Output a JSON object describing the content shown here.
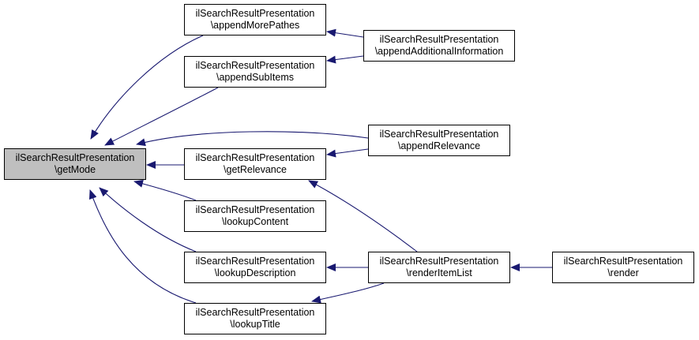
{
  "colors": {
    "edge": "#191970",
    "focus_fill": "#bfbfbf",
    "border": "#000000",
    "background": "#ffffff"
  },
  "nodes": [
    {
      "id": "getMode",
      "lines": [
        "ilSearchResultPresentation",
        "\\getMode"
      ]
    },
    {
      "id": "appendMorePathes",
      "lines": [
        "ilSearchResultPresentation",
        "\\appendMorePathes"
      ]
    },
    {
      "id": "appendSubItems",
      "lines": [
        "ilSearchResultPresentation",
        "\\appendSubItems"
      ]
    },
    {
      "id": "getRelevance",
      "lines": [
        "ilSearchResultPresentation",
        "\\getRelevance"
      ]
    },
    {
      "id": "lookupContent",
      "lines": [
        "ilSearchResultPresentation",
        "\\lookupContent"
      ]
    },
    {
      "id": "lookupDescription",
      "lines": [
        "ilSearchResultPresentation",
        "\\lookupDescription"
      ]
    },
    {
      "id": "lookupTitle",
      "lines": [
        "ilSearchResultPresentation",
        "\\lookupTitle"
      ]
    },
    {
      "id": "appendAdditionalInformation",
      "lines": [
        "ilSearchResultPresentation",
        "\\appendAdditionalInformation"
      ]
    },
    {
      "id": "appendRelevance",
      "lines": [
        "ilSearchResultPresentation",
        "\\appendRelevance"
      ]
    },
    {
      "id": "renderItemList",
      "lines": [
        "ilSearchResultPresentation",
        "\\renderItemList"
      ]
    },
    {
      "id": "render",
      "lines": [
        "ilSearchResultPresentation",
        "\\render"
      ]
    }
  ],
  "edges": [
    {
      "from": "appendMorePathes",
      "to": "getMode"
    },
    {
      "from": "appendSubItems",
      "to": "getMode"
    },
    {
      "from": "appendRelevance",
      "to": "getMode"
    },
    {
      "from": "getRelevance",
      "to": "getMode"
    },
    {
      "from": "lookupContent",
      "to": "getMode"
    },
    {
      "from": "lookupDescription",
      "to": "getMode"
    },
    {
      "from": "lookupTitle",
      "to": "getMode"
    },
    {
      "from": "appendAdditionalInformation",
      "to": "appendMorePathes"
    },
    {
      "from": "appendAdditionalInformation",
      "to": "appendSubItems"
    },
    {
      "from": "appendRelevance",
      "to": "getRelevance"
    },
    {
      "from": "renderItemList",
      "to": "getRelevance"
    },
    {
      "from": "renderItemList",
      "to": "lookupDescription"
    },
    {
      "from": "renderItemList",
      "to": "lookupTitle"
    },
    {
      "from": "render",
      "to": "renderItemList"
    }
  ]
}
